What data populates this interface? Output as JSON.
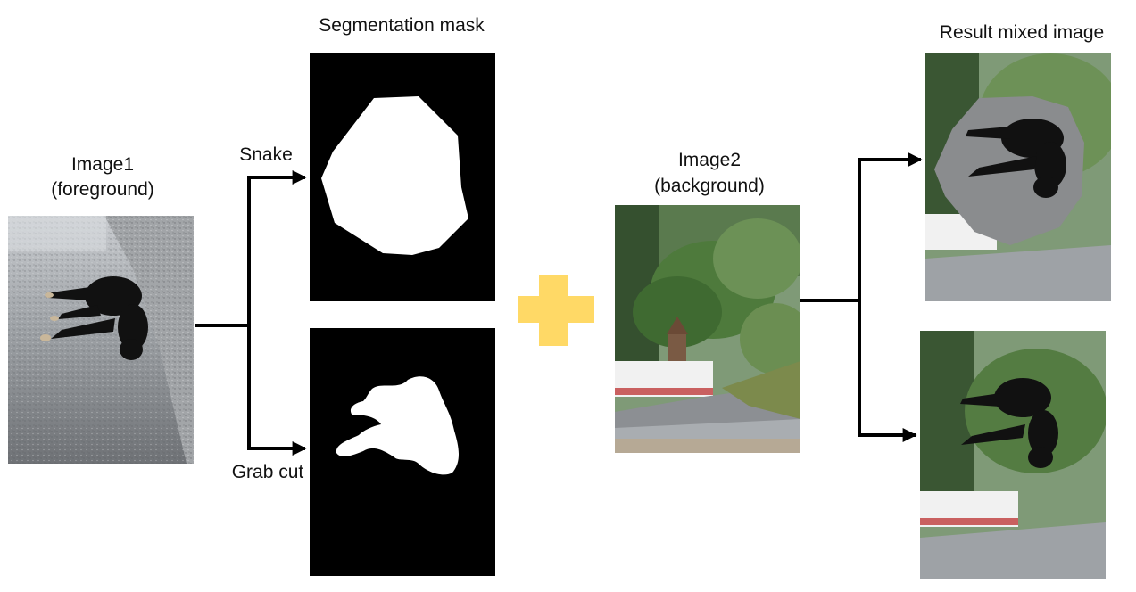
{
  "labels": {
    "image1_title": "Image1",
    "image1_sub": "(foreground)",
    "snake": "Snake",
    "grab_cut": "Grab cut",
    "segmentation_mask": "Segmentation mask",
    "image2_title": "Image2",
    "image2_sub": "(background)",
    "result": "Result mixed image"
  },
  "colors": {
    "arrow": "#000000",
    "plus": "#FFD966",
    "mask_bg": "#000000",
    "mask_fg": "#ffffff"
  }
}
